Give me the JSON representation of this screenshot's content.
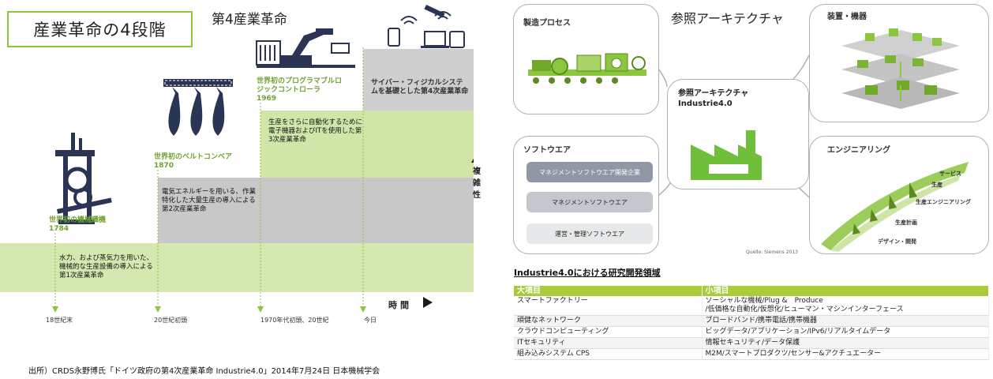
{
  "left": {
    "title": "産業革命の4段階",
    "subtitle": "第4産業革命",
    "stages": [
      {
        "label": "世界初の機械織機",
        "year": "1784",
        "desc": "水力、および蒸気力を用いた、機械的な生産設備の導入による第1次産業革命",
        "tick": "18世紀末"
      },
      {
        "label": "世界初のベルトコンベア",
        "year": "1870",
        "desc": "電気エネルギーを用いる、作業特化した大量生産の導入による第2次産業革命",
        "tick": "20世紀初頭"
      },
      {
        "label": "世界初のプログラマブルロジックコントローラ",
        "year": "1969",
        "desc": "生産をさらに自動化するために電子機器およびITを使用した第3次産業革命",
        "tick": "1970年代初頭、20世紀"
      },
      {
        "label": "サイバー・フィジカルシステムを基礎とした第4次産業革命",
        "year": "",
        "desc": "",
        "tick": "今日"
      }
    ],
    "complexity_label": "複雑性",
    "time_label": "時間",
    "source": "出所）CRDS永野博氏「ドイツ政府の第4次産業革命 Industrie4.0」2014年7月24日 日本機械学会"
  },
  "right": {
    "architecture_title": "参照アーキテクチャ",
    "boxes": {
      "manufacturing": "製造プロセス",
      "equipment": "装置・機器",
      "software": "ソフトウエア",
      "engineering": "エンジニアリング",
      "center_line1": "参照アーキテクチャ",
      "center_line2": "Industrie4.0"
    },
    "software_items": [
      "マネジメントソフトウエア開発企業",
      "マネジメントソフトウエア",
      "運営・管理ソフトウエア"
    ],
    "engineering_items": [
      "サービス",
      "生産",
      "生産エンジニアリング",
      "生産計画",
      "デザイン・開発"
    ],
    "quelle": "Quelle: Siemens 2013",
    "table_title": "Industrie4.0における研究開発領域",
    "table_headers": [
      "大項目",
      "小項目"
    ],
    "table_rows": [
      [
        "スマートファクトリー",
        "ソーシャルな機械/Plug &　Produce",
        "/低価格な自動化/仮想化/ヒューマン・マシンインターフェース"
      ],
      [
        "頑健なネットワーク",
        "ブロードバンド/携帯電話/携帯機器",
        ""
      ],
      [
        "クラウドコンピューティング",
        "ビッグデータ/アプリケーション/IPv6/リアルタイムデータ",
        ""
      ],
      [
        "ITセキュリティ",
        "情報セキュリティ/データ保護",
        ""
      ],
      [
        "組み込みシステム CPS",
        "M2M/スマートプロダクツ/センサー&アクチュエーター",
        ""
      ]
    ],
    "colors": {
      "accent": "#8cc63f",
      "header": "#a8cc3a"
    }
  }
}
